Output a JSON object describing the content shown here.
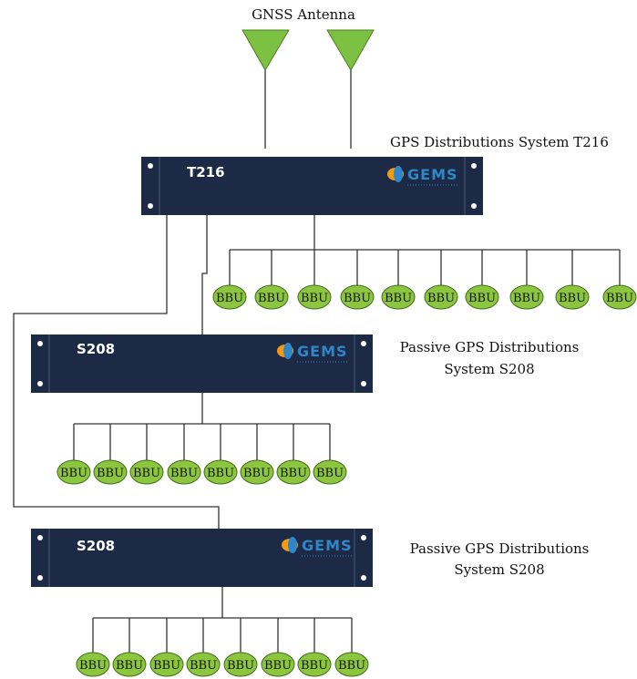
{
  "diagram": {
    "antenna_label": "GNSS Antenna",
    "t216": {
      "caption": "GPS Distributions System T216",
      "model": "T216",
      "logo": "GEMS",
      "bbu_count": 10
    },
    "s208_a": {
      "caption_line1": "Passive GPS Distributions",
      "caption_line2": "System S208",
      "model": "S208",
      "logo": "GEMS",
      "bbu_count": 8
    },
    "s208_b": {
      "caption_line1": "Passive GPS Distributions",
      "caption_line2": "System S208",
      "model": "S208",
      "logo": "GEMS",
      "bbu_count": 8
    },
    "bbu_label": "BBU"
  },
  "colors": {
    "antenna": "#7dc143",
    "unit_body": "#1c2a45",
    "bbu_fill": "#8cc63f",
    "logo_text": "#2f86c8"
  }
}
